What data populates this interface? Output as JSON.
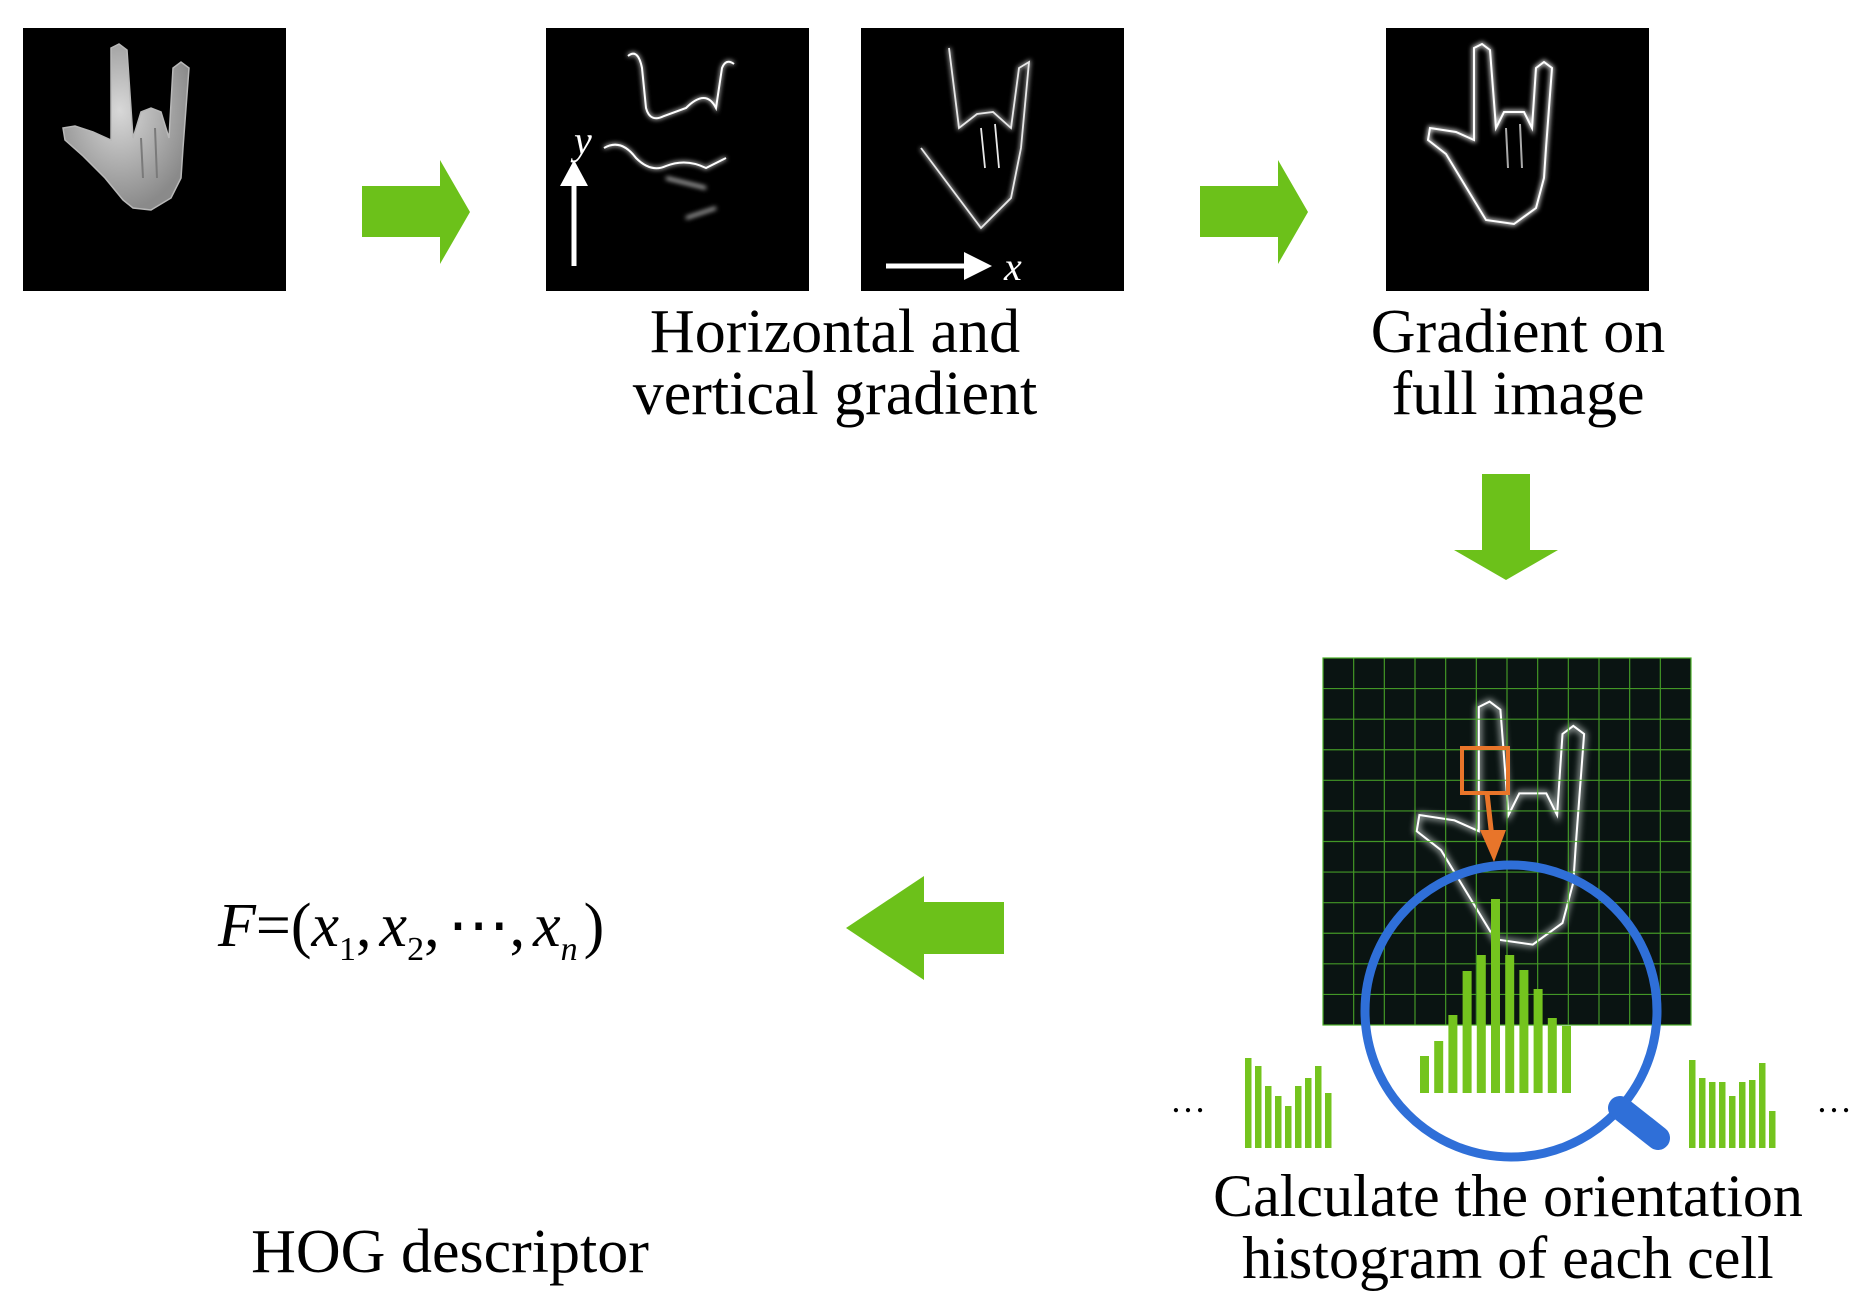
{
  "labels": {
    "gradient_xy": [
      "Horizontal and",
      "vertical gradient"
    ],
    "gradient_full": [
      "Gradient on",
      "full image"
    ],
    "orientation_histogram": [
      "Calculate the orientation",
      "histogram of each cell"
    ],
    "hog_descriptor": "HOG descriptor"
  },
  "axes": {
    "x": "x",
    "y": "y"
  },
  "formula": {
    "lhs": "F",
    "equals": "=",
    "open": "(",
    "v1": "x",
    "s1": "1",
    "comma": ",",
    "v2": "x",
    "s2": "2",
    "ellipsis": "⋯",
    "vn": "x",
    "sn": "n",
    "close": ")"
  },
  "ellipsis_left": "…",
  "ellipsis_right": "…",
  "colors": {
    "arrow_green": "#6cc11a",
    "hist_green": "#74c41e",
    "grid_green": "#4caf2a",
    "magnifier_blue": "#2f6fd8",
    "cell_orange": "#e8752a",
    "image_bg": "#000000"
  },
  "icons": {
    "flow_arrow": "block-arrow",
    "magnifier": "magnifier-icon"
  }
}
